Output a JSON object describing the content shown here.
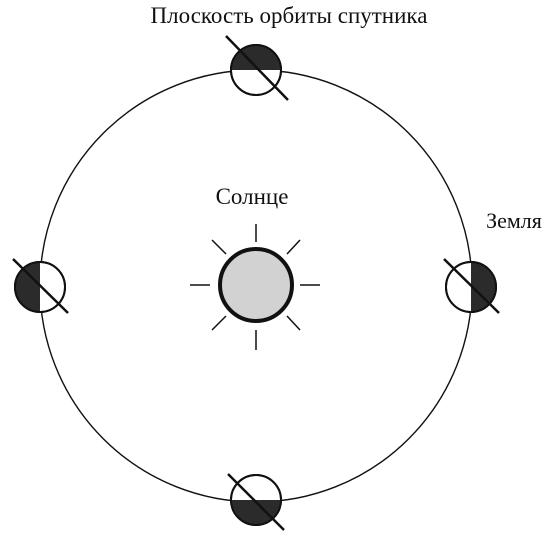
{
  "labels": {
    "orbit_plane": "Плоскость орбиты спутника",
    "sun": "Солнце",
    "earth": "Земля"
  },
  "colors": {
    "stroke": "#111111",
    "sun_fill": "#d2d2d2",
    "shadow_fill": "#2b2b2b",
    "background": "#ffffff"
  }
}
